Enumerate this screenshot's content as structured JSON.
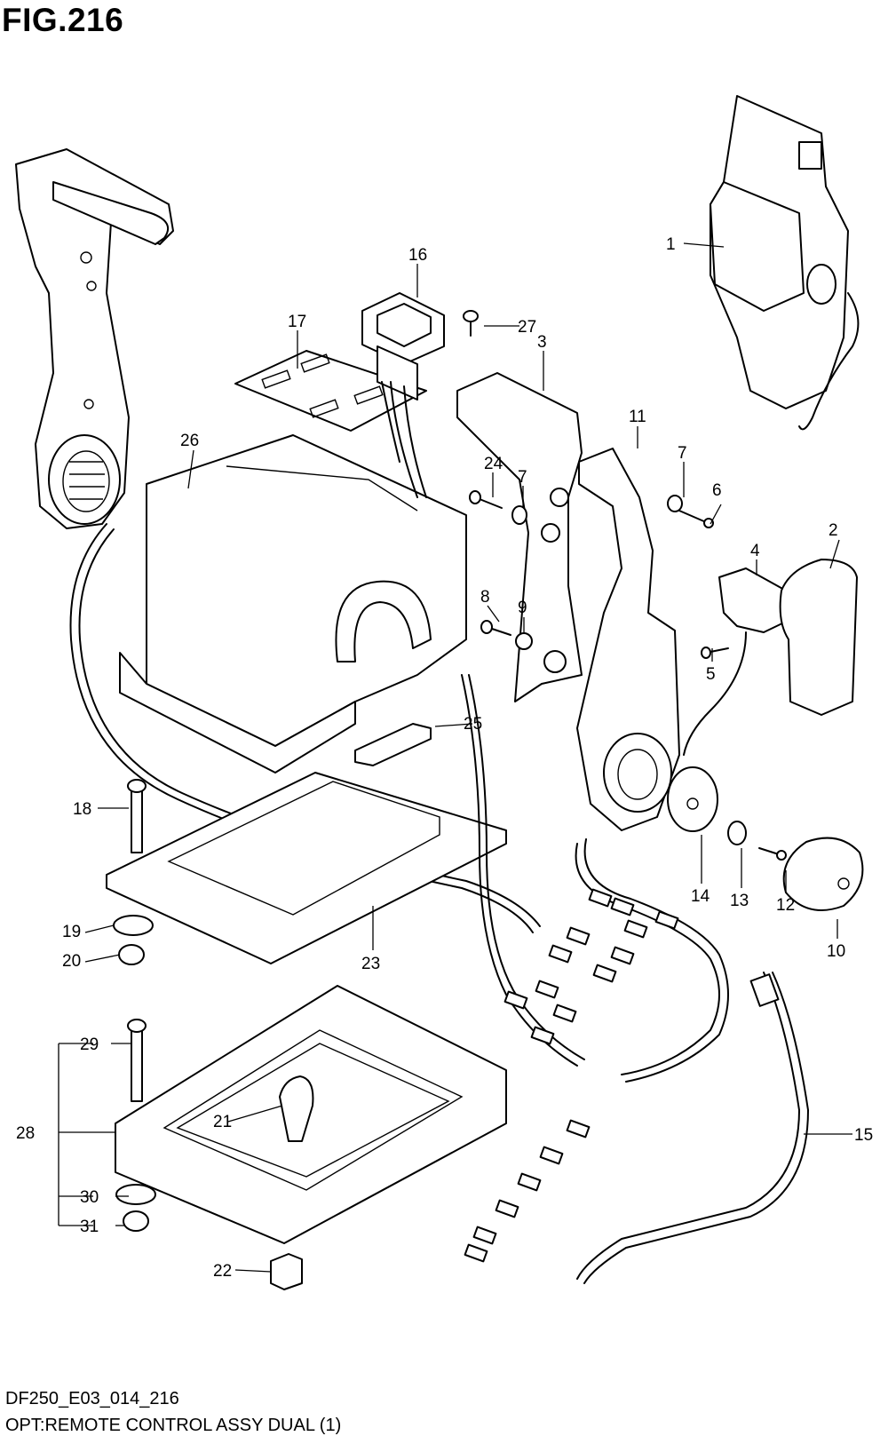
{
  "figure": {
    "title": "FIG.216",
    "code": "DF250_E03_014_216",
    "description": "OPT:REMOTE CONTROL ASSY DUAL (1)"
  },
  "callouts": [
    "1",
    "2",
    "3",
    "4",
    "5",
    "6",
    "7",
    "7",
    "8",
    "9",
    "10",
    "11",
    "12",
    "13",
    "14",
    "15",
    "16",
    "17",
    "18",
    "19",
    "20",
    "21",
    "22",
    "23",
    "24",
    "25",
    "26",
    "27",
    "28",
    "29",
    "30",
    "31"
  ]
}
